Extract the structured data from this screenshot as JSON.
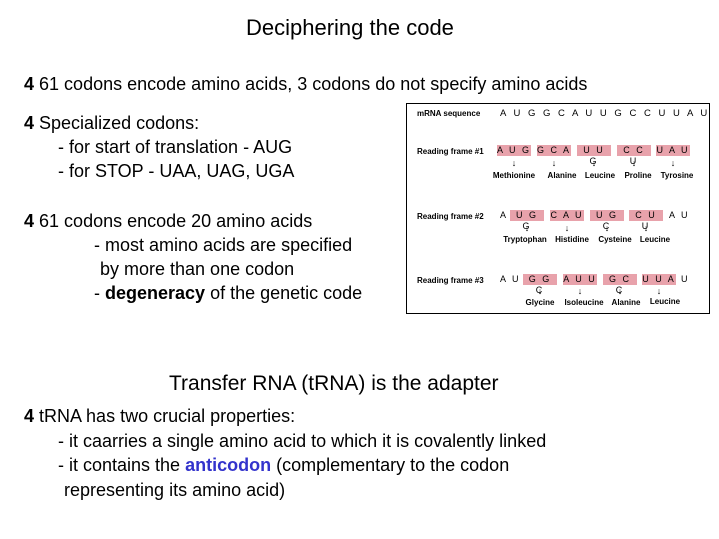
{
  "title": "Deciphering the code",
  "bullet_glyph": "4",
  "line1": "61 codons encode amino acids, 3 codons do not specify amino acids",
  "special": {
    "head": "Specialized codons:",
    "start": "- for start of translation - AUG",
    "stop": "- for STOP - UAA, UAG, UGA"
  },
  "deg": {
    "head": "61 codons encode 20 amino acids",
    "l1": "- most amino acids are specified",
    "l2": "by more than one codon",
    "l3_pre": "- ",
    "l3_bold": "degeneracy",
    "l3_post": " of the genetic code"
  },
  "trna": {
    "title": "Transfer RNA (tRNA) is the adapter",
    "head": "tRNA has two crucial properties:",
    "l1": "- it caarries a single amino acid to which it is covalently linked",
    "l2_pre": "- it contains the ",
    "l2_bold": "anticodon",
    "l2_post": " (complementary to the codon",
    "l3": "representing its amino acid)"
  },
  "figure": {
    "mrna_label": "mRNA sequence",
    "mrna_seq": "A U G  G C A  U U G  C C U  U A U",
    "frame1": {
      "label": "Reading frame #1",
      "codons": [
        "A U G",
        "G C A",
        "U U G",
        "C C U",
        "U A U"
      ],
      "amino": [
        "Methionine",
        "Alanine",
        "Leucine",
        "Proline",
        "Tyrosine"
      ]
    },
    "frame2": {
      "label": "Reading frame #2",
      "lead": "A",
      "codons": [
        "U G G",
        "C A U",
        "U G C",
        "C U U"
      ],
      "trail": "A U",
      "amino": [
        "Tryptophan",
        "Histidine",
        "Cysteine",
        "Leucine"
      ]
    },
    "frame3": {
      "label": "Reading frame #3",
      "lead": "A U",
      "codons": [
        "G G C",
        "A U U",
        "G C C",
        "U U A"
      ],
      "trail": "U",
      "amino": [
        "Glycine",
        "Isoleucine",
        "Alanine",
        "Leucine"
      ]
    },
    "arrow": "↓"
  }
}
